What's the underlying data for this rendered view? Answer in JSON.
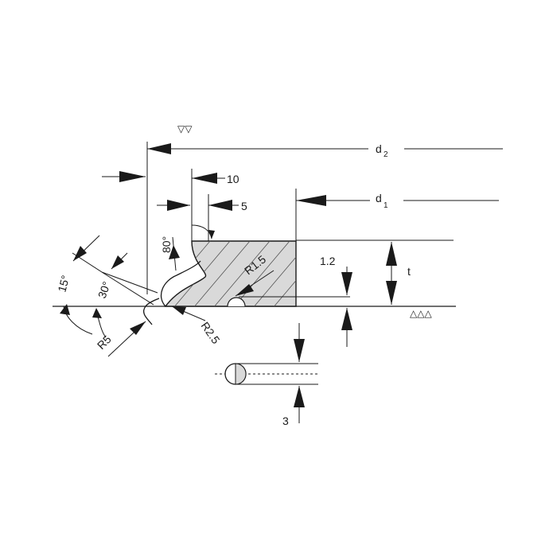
{
  "dimensions": {
    "d2": {
      "main": "d",
      "sub": "2"
    },
    "d1": {
      "main": "d",
      "sub": "1"
    },
    "thickness": "t",
    "width_10": "10",
    "width_5": "5",
    "height_1_2": "1.2",
    "cord_3": "3",
    "radius_1_5": "R1.5",
    "radius_2_5": "R2.5",
    "radius_5": "R5"
  },
  "angles": {
    "angle_80": "80°",
    "angle_15": "15°",
    "angle_30": "30°"
  },
  "surface_symbols": {
    "top": "▽▽",
    "bottom": "△△△"
  },
  "colors": {
    "section_fill": "#d9d9d9",
    "ink": "#1a1a1a"
  }
}
